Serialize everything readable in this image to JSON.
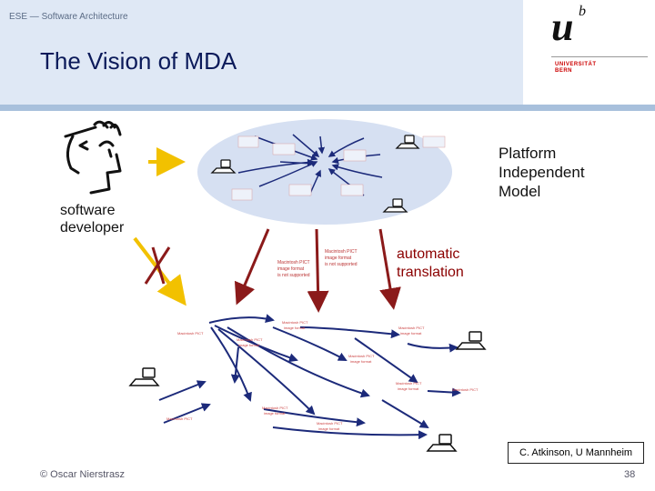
{
  "header": {
    "course": "ESE — Software Architecture",
    "title": "The Vision of MDA"
  },
  "logo": {
    "main": "u",
    "superscript": "b",
    "line1": "UNIVERSITÄT",
    "line2": "BERN"
  },
  "labels": {
    "pim_line1": "Platform",
    "pim_line2": "Independent",
    "pim_line3": "Model",
    "developer_line1": "software",
    "developer_line2": "developer",
    "auto_line1": "automatic",
    "auto_line2": "translation",
    "mac_note": "Macintosh PICT image format is not supported"
  },
  "credit": "C. Atkinson, U Mannheim",
  "footer": {
    "author": "© Oscar Nierstrasz",
    "page": "38"
  },
  "colors": {
    "header_bg": "#dfe8f5",
    "title": "#0b1a5a",
    "ellipse": "#d6e0f2",
    "arrow_red": "#8b1a1a",
    "arrow_yellow": "#f2c100",
    "network_line": "#1c2a7a"
  }
}
